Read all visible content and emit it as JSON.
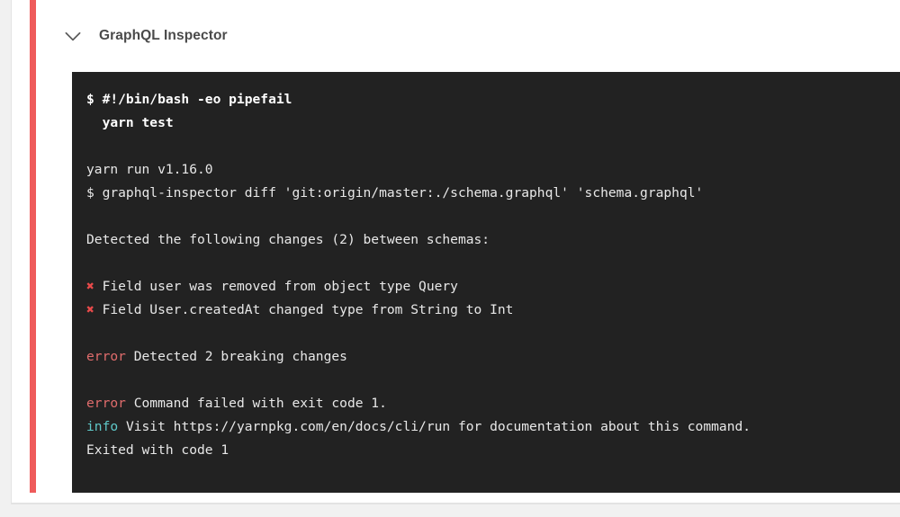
{
  "header": {
    "title": "GraphQL Inspector",
    "chevron_icon": "chevron-down-icon"
  },
  "colors": {
    "page_background": "#f1f1f1",
    "card_background": "#ffffff",
    "accent_bar": "#ef5b5b",
    "terminal_background": "#222222",
    "terminal_text": "#e8e8e8",
    "error_token": "#e06c6c",
    "info_token": "#5fc9c9",
    "cross_mark": "#e84a4a",
    "title_text": "#4a4a4a"
  },
  "terminal": {
    "lines": [
      {
        "type": "bold",
        "text": "$ #!/bin/bash -eo pipefail"
      },
      {
        "type": "bold",
        "text": "  yarn test"
      },
      {
        "type": "blank",
        "text": ""
      },
      {
        "type": "plain",
        "text": "yarn run v1.16.0"
      },
      {
        "type": "plain",
        "text": "$ graphql-inspector diff 'git:origin/master:./schema.graphql' 'schema.graphql'"
      },
      {
        "type": "blank",
        "text": ""
      },
      {
        "type": "plain",
        "text": "Detected the following changes (2) between schemas:"
      },
      {
        "type": "blank",
        "text": ""
      },
      {
        "type": "cross",
        "mark": "✖",
        "text": " Field user was removed from object type Query"
      },
      {
        "type": "cross",
        "mark": "✖",
        "text": " Field User.createdAt changed type from String to Int"
      },
      {
        "type": "blank",
        "text": ""
      },
      {
        "type": "tagged",
        "tag": "error",
        "tag_class": "tok-error",
        "text": " Detected 2 breaking changes"
      },
      {
        "type": "blank",
        "text": ""
      },
      {
        "type": "tagged",
        "tag": "error",
        "tag_class": "tok-error",
        "text": " Command failed with exit code 1."
      },
      {
        "type": "tagged",
        "tag": "info",
        "tag_class": "tok-info",
        "text": " Visit https://yarnpkg.com/en/docs/cli/run for documentation about this command."
      },
      {
        "type": "plain",
        "text": "Exited with code 1"
      }
    ]
  }
}
